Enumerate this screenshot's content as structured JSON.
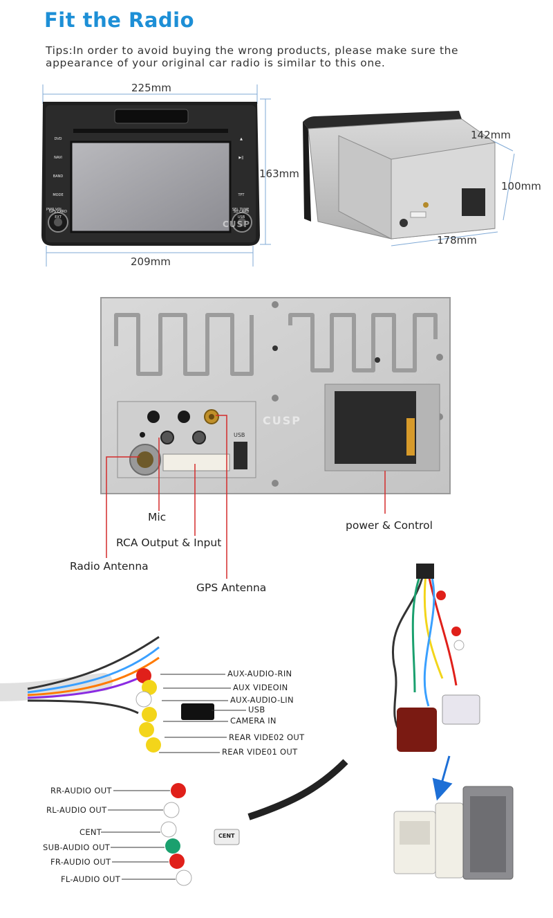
{
  "title": "Fit the Radio",
  "tips": "Tips:In order to avoid buying the wrong products, please make sure the appearance of your original car radio is similar to this one.",
  "front_unit": {
    "width_top": "225mm",
    "height": "163mm",
    "width_bottom": "209mm",
    "buttons_left": [
      "DVD",
      "NAVI",
      "BAND",
      "MODE",
      "GPS CARD EXT"
    ],
    "buttons_right": [
      "▲",
      "▶||",
      "TFT",
      "SD CARD USB"
    ],
    "knob_left": "PWR VOL",
    "knob_right": "SEL TUNE",
    "watermark": "CUSP"
  },
  "side_unit": {
    "depth_top": "142mm",
    "height": "100mm",
    "width_bottom": "178mm"
  },
  "rear_panel": {
    "watermark": "CUSP",
    "usb_label": "USB",
    "labels": {
      "mic": "Mic",
      "rca": "RCA Output & Input",
      "radio_antenna": "Radio Antenna",
      "gps_antenna": "GPS Antenna",
      "power_control": "power & Control"
    }
  },
  "harness_rca": {
    "labels": [
      "AUX-AUDIO-RIN",
      "AUX VIDEOIN",
      "AUX-AUDIO-LIN",
      "USB",
      "CAMERA IN",
      "REAR VIDE02 OUT",
      "REAR VIDE01 OUT"
    ]
  },
  "harness_audio": {
    "labels": [
      "RR-AUDIO OUT",
      "RL-AUDIO OUT",
      "CENT",
      "SUB-AUDIO OUT",
      "FR-AUDIO OUT",
      "FL-AUDIO OUT"
    ],
    "tag": "CENT"
  },
  "colors": {
    "title": "#1d8fd6",
    "callout_line": "#d42a2a",
    "arrow": "#1d6fd6"
  }
}
